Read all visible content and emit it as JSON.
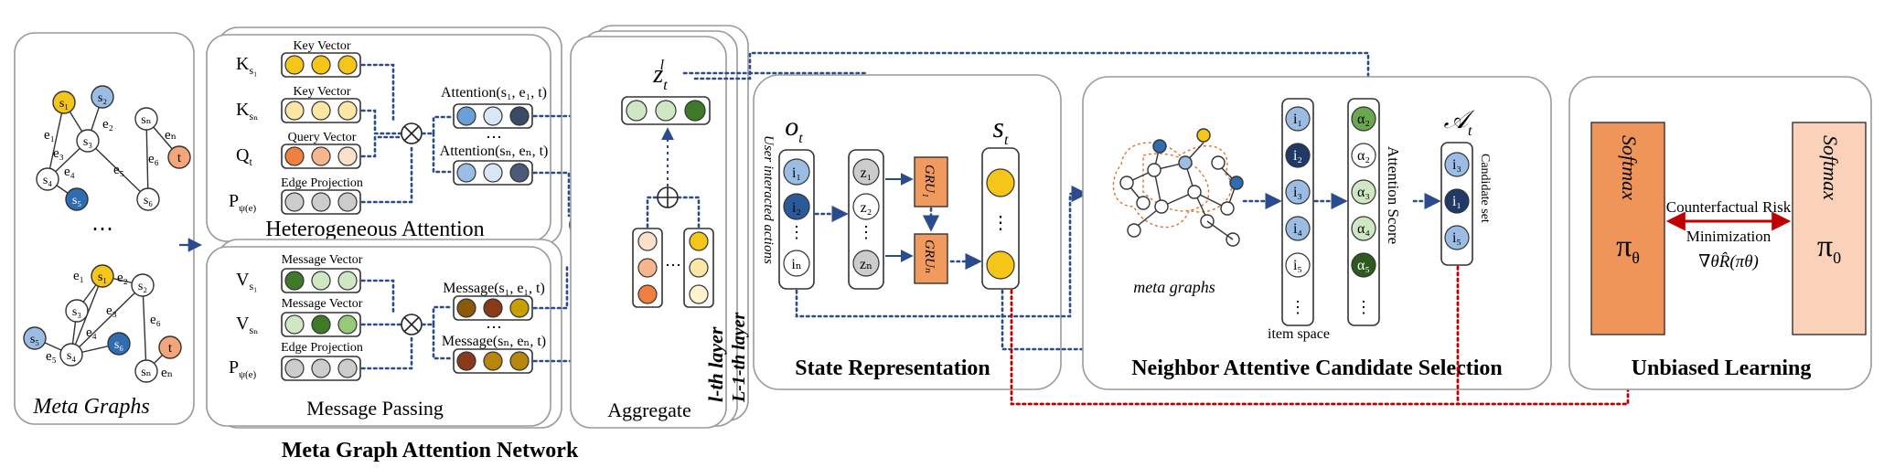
{
  "colors": {
    "yellow": "#f5c518",
    "lightblue": "#9bbde3",
    "darkblue": "#2f6db3",
    "navy": "#1f3a66",
    "orange": "#f08040",
    "peach": "#f7cdb0",
    "lightorange": "#fbe0cc",
    "green_light": "#cfe8c3",
    "green_mid": "#98c97a",
    "green_dark": "#3f7a2a",
    "brown": "#8a4a1a",
    "olive": "#b8860b",
    "gray": "#cccccc",
    "policy_dark": "#f0955a",
    "policy_light": "#f9d2b9",
    "arrow_blue": "#2a4b8d",
    "arrow_red": "#c00000"
  },
  "meta_graphs": {
    "label": "Meta Graphs",
    "ellipsis": "⋯",
    "top_graph": {
      "nodes": {
        "s1": "s₁",
        "s2": "s₂",
        "s3": "s₃",
        "s4": "s₄",
        "s5": "s₅",
        "sn": "sₙ",
        "s6": "s₆",
        "t": "t"
      },
      "edges": {
        "e1": "e₁",
        "e2": "e₂",
        "e3": "e₃",
        "e4": "e₄",
        "e5": "e₅",
        "e6": "e₆",
        "en": "eₙ"
      }
    },
    "bottom_graph": {
      "nodes": {
        "s1": "s₁",
        "s2": "s₂",
        "s3": "s₃",
        "s4": "s₄",
        "s5": "s₅",
        "s6": "s₆",
        "sn": "sₙ",
        "t": "t"
      },
      "edges": {
        "e1": "e₁",
        "e2": "e₂",
        "e3": "e₃",
        "e4": "e₄",
        "e5": "e₅",
        "e6": "e₆",
        "en": "eₙ"
      }
    }
  },
  "heterogeneous_attention": {
    "title": "Heterogeneous Attention",
    "key_vector_label_1": "Key Vector",
    "key_vector_label_2": "Key Vector",
    "query_vector_label": "Query Vector",
    "edge_projection_label": "Edge Projection",
    "k_s1": "K",
    "k_s1_sub": "s₁",
    "k_sn": "K",
    "k_sn_sub": "sₙ",
    "q_t": "Q",
    "q_t_sub": "t",
    "p_psi": "P",
    "p_psi_sub": "ψ(e)",
    "attention_1": "Attention(s₁, e₁, t)",
    "attention_n": "Attention(sₙ, eₙ, t)",
    "ellipsis": "⋯"
  },
  "message_passing": {
    "title": "Message Passing",
    "message_vector_label_1": "Message Vector",
    "message_vector_label_2": "Message Vector",
    "edge_projection_label": "Edge Projection",
    "v_s1": "V",
    "v_s1_sub": "s₁",
    "v_sn": "V",
    "v_sn_sub": "sₙ",
    "p_psi": "P",
    "p_psi_sub": "ψ(e)",
    "message_1": "Message(s₁, e₁, t)",
    "message_n": "Message(sₙ, eₙ, t)",
    "ellipsis": "⋯"
  },
  "aggregate": {
    "title": "Aggregate",
    "z_label": "z",
    "z_sub": "t",
    "z_sup": "l",
    "layer_l": "l-th layer",
    "layer_l1": "L-1-th layer",
    "ellipsis": "⋯"
  },
  "network_title": "Meta Graph Attention Network",
  "state_representation": {
    "title": "State Representation",
    "o_t": "o",
    "o_t_sub": "t",
    "s_t": "s",
    "s_t_sub": "t",
    "side_label": "User interacted actions",
    "i1": "i₁",
    "i2": "i₂",
    "in": "iₙ",
    "z1": "z₁",
    "z2": "z₂",
    "zn": "zₙ",
    "gru1": "GRU₁",
    "grun": "GRUₙ"
  },
  "candidate_selection": {
    "title": "Neighbor Attentive Candidate Selection",
    "meta_graphs_label": "meta graphs",
    "item_space_label": "item space",
    "attention_score_label": "Attention Score",
    "candidate_set_label": "Candidate set",
    "a_t": "𝒜",
    "a_t_sub": "t",
    "items": [
      "i₁",
      "i₂",
      "i₃",
      "i₄",
      "i₅"
    ],
    "alphas": [
      "α₂",
      "α₂",
      "α₃",
      "α₄",
      "α₅"
    ],
    "candidates": [
      "i₃",
      "i₁",
      "i₅"
    ],
    "ellipsis": "⋮"
  },
  "unbiased_learning": {
    "title": "Unbiased Learning",
    "softmax_1": "Softmax",
    "pi_theta": "π",
    "pi_theta_sub": "θ",
    "softmax_2": "Softmax",
    "pi_0": "π",
    "pi_0_sub": "0",
    "risk_label": "Counterfactual Risk",
    "minimization_label": "Minimization",
    "gradient_label": "∇θR̂(πθ)"
  }
}
